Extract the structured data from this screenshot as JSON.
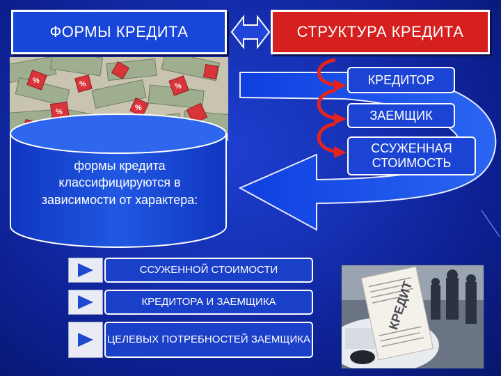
{
  "header": {
    "left_title": "ФОРМЫ КРЕДИТА",
    "right_title": "СТРУКТУРА КРЕДИТА"
  },
  "structure": {
    "items": [
      "КРЕДИТОР",
      "ЗАЕМЩИК",
      "ССУЖЕННАЯ СТОИМОСТЬ"
    ]
  },
  "classification": {
    "text": "формы кредита классифицируются в зависимости от характера:"
  },
  "forms": {
    "items": [
      "ССУЖЕННОЙ СТОИМОСТИ",
      "КРЕДИТОРА И ЗАЕМЩИКА",
      "ЦЕЛЕВЫХ ПОТРЕБНОСТЕЙ ЗАЕМЩИКА"
    ]
  },
  "images": {
    "money_photo": "money-percent-photo",
    "car_photo": "car-credit-photo",
    "stamp_text": "КРЕДИТ"
  },
  "colors": {
    "background": "#1631b4",
    "title_left": "#1846d8",
    "title_right": "#d61f1f",
    "arrow_red": "#e3241d",
    "arrow_blue": "#1d55e6"
  }
}
